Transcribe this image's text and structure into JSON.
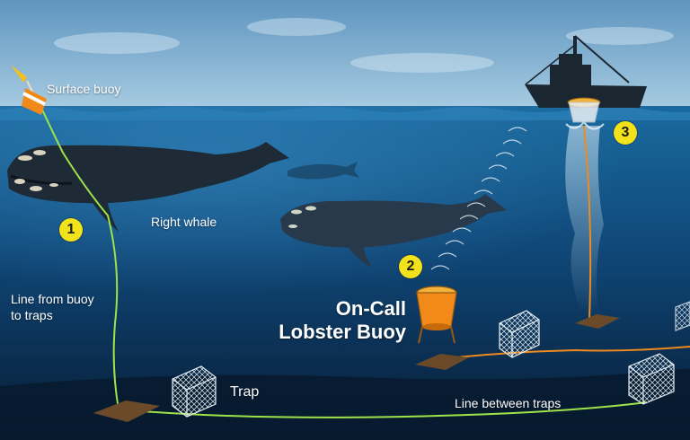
{
  "labels": {
    "surface_buoy": "Surface buoy",
    "right_whale": "Right whale",
    "line_from_buoy": "Line from buoy to traps",
    "on_call_buoy": "On-Call Lobster Buoy",
    "trap": "Trap",
    "line_between_traps": "Line between traps"
  },
  "steps": [
    "1",
    "2",
    "3"
  ],
  "colors": {
    "sky": "#a9cde3",
    "sea_surface": "#1a6a9f",
    "deep_water": "#0b2a4a",
    "seafloor": "#071c33",
    "line_green": "#9ee34a",
    "line_orange": "#f08a1e",
    "badge_yellow": "#f2e21c",
    "whale": "#1e2a36",
    "buoy_orange": "#f28a1a"
  },
  "icons": {
    "surface_buoy": "buoy-icon",
    "boat": "boat-icon",
    "whale": "whale-icon",
    "trap": "trap-icon",
    "on_call_buoy": "on-call-buoy-icon"
  }
}
